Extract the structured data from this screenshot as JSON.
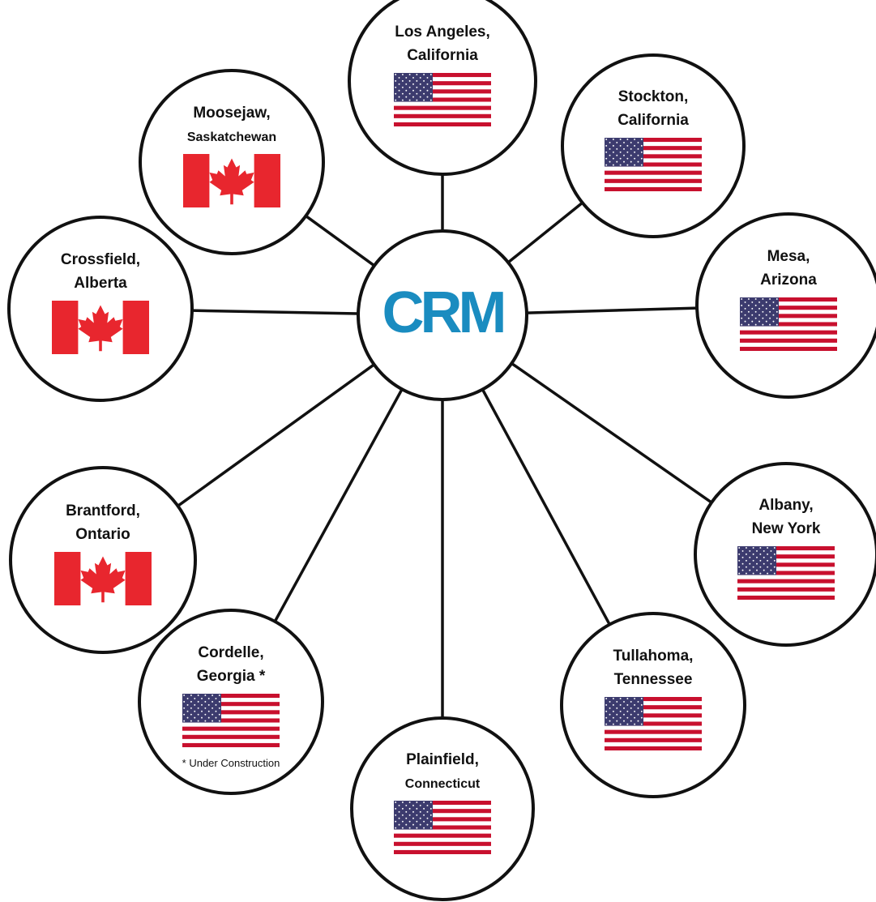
{
  "hub": {
    "label": "CRM",
    "color": "#1a8cc0"
  },
  "colors": {
    "line": "#111111",
    "us_blue": "#3c3b6e",
    "us_red": "#c8102e",
    "canada_red": "#e8262e",
    "white": "#ffffff"
  },
  "locations": [
    {
      "id": "los-angeles",
      "line1": "Los Angeles,",
      "line2": "California",
      "flag": "us-flag"
    },
    {
      "id": "stockton",
      "line1": "Stockton,",
      "line2": "California",
      "flag": "us-flag"
    },
    {
      "id": "mesa",
      "line1": "Mesa,",
      "line2": "Arizona",
      "flag": "us-flag"
    },
    {
      "id": "albany",
      "line1": "Albany,",
      "line2": "New York",
      "flag": "us-flag"
    },
    {
      "id": "tullahoma",
      "line1": "Tullahoma,",
      "line2": "Tennessee",
      "flag": "us-flag"
    },
    {
      "id": "plainfield",
      "line1": "Plainfield,",
      "line2": "Connecticut",
      "flag": "us-flag"
    },
    {
      "id": "cordelle",
      "line1": "Cordelle,",
      "line2": "Georgia *",
      "flag": "us-flag",
      "note": "* Under Construction"
    },
    {
      "id": "brantford",
      "line1": "Brantford,",
      "line2": "Ontario",
      "flag": "canada-flag"
    },
    {
      "id": "crossfield",
      "line1": "Crossfield,",
      "line2": "Alberta",
      "flag": "canada-flag"
    },
    {
      "id": "moosejaw",
      "line1": "Moosejaw,",
      "line2": "Saskatchewan",
      "flag": "canada-flag"
    }
  ]
}
